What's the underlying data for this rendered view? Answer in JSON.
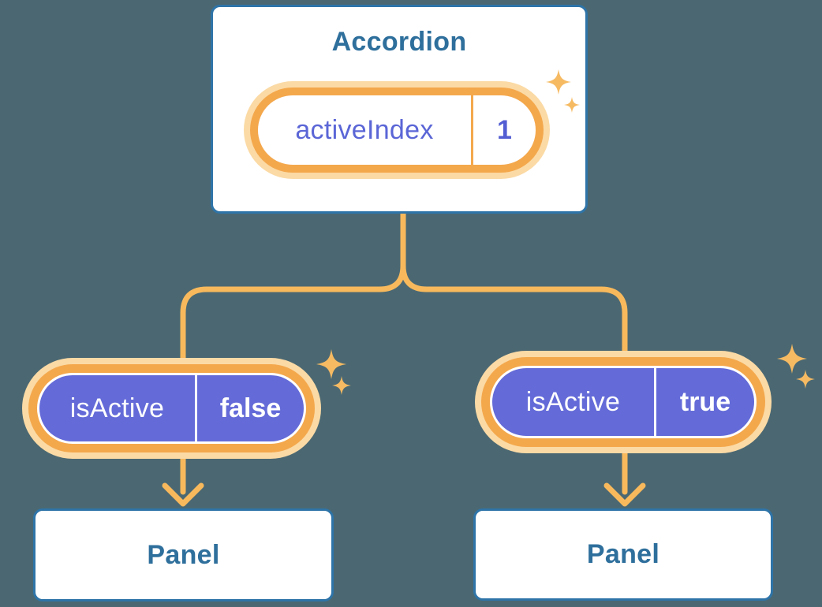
{
  "diagram": {
    "accordion": {
      "title": "Accordion",
      "state": {
        "name": "activeIndex",
        "value": "1"
      }
    },
    "children": [
      {
        "prop": {
          "name": "isActive",
          "value": "false"
        },
        "panel": {
          "title": "Panel"
        }
      },
      {
        "prop": {
          "name": "isActive",
          "value": "true"
        },
        "panel": {
          "title": "Panel"
        }
      }
    ],
    "colors": {
      "background": "#4B6872",
      "card_border_blue": "#2E74A8",
      "card_text_blue": "#2E6F9C",
      "pill_ring_amber": "#F4A84C",
      "pill_ring_light": "#FBDAA5",
      "connector_amber": "#F8B95C",
      "sparkle_amber": "#F6BA62",
      "prop_pill_purple": "#646BD8",
      "state_text_indigo": "#5B66D6",
      "card_background": "#FFFFFF"
    },
    "icons": [
      "sparkle-icon",
      "arrow-down-icon"
    ]
  }
}
